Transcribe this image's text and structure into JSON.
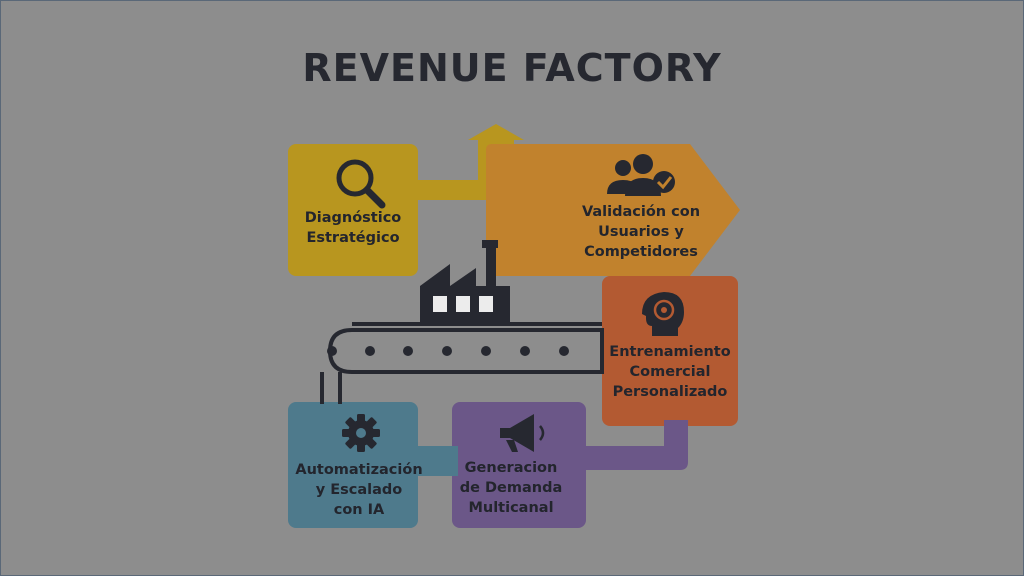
{
  "title": "REVENUE FACTORY",
  "colors": {
    "background": "#8d8d8d",
    "yellow": "#b8961f",
    "orange": "#c1822d",
    "red_orange": "#b35a32",
    "teal": "#4e7a8c",
    "purple": "#6b5788",
    "ink": "#262830"
  },
  "steps": [
    {
      "icon": "magnifier-icon",
      "color": "yellow",
      "lines": [
        "Diagnóstico",
        "Estratégico"
      ]
    },
    {
      "icon": "users-check-icon",
      "color": "orange",
      "lines": [
        "Validación con",
        "Usuarios y",
        "Competidores"
      ]
    },
    {
      "icon": "head-target-icon",
      "color": "red_orange",
      "lines": [
        "Entrenamiento",
        "Comercial",
        "Personalizado"
      ]
    },
    {
      "icon": "megaphone-icon",
      "color": "purple",
      "lines": [
        "Generacion",
        "de Demanda",
        "Multicanal"
      ]
    },
    {
      "icon": "gear-icon",
      "color": "teal",
      "lines": [
        "Automatización",
        "y Escalado",
        "con IA"
      ]
    }
  ],
  "center_icon": "factory-icon"
}
